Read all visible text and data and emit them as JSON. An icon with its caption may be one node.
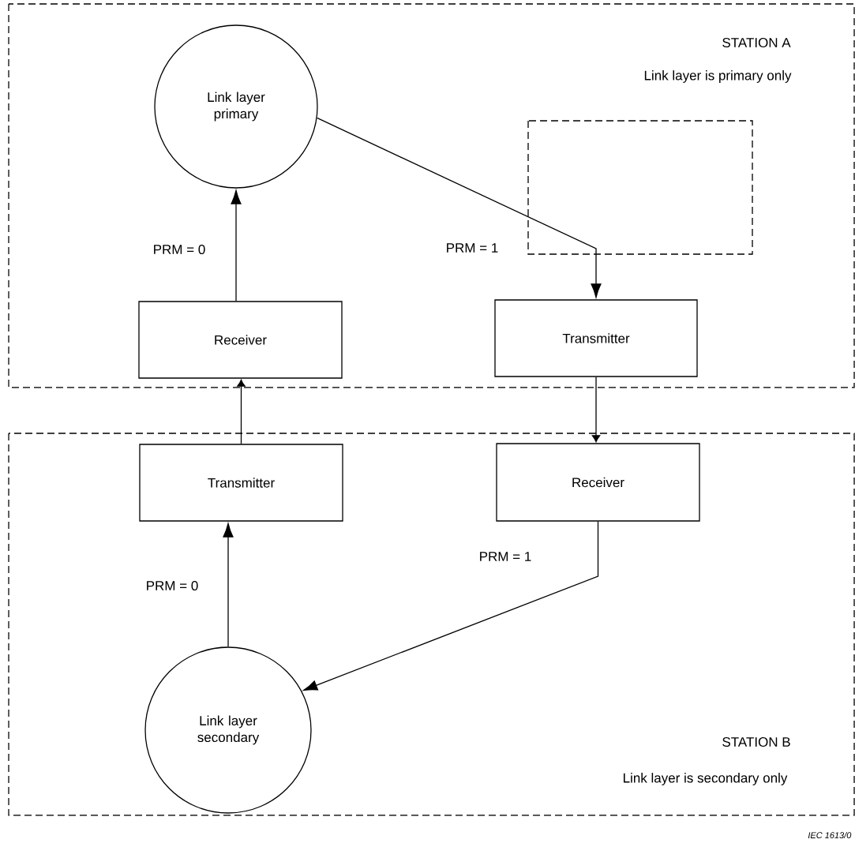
{
  "diagram": {
    "nodes": [
      {
        "text": [
          "STATION  A",
          "Link layer is primary only"
        ]
      },
      {
        "text": [
          "Link layer primary"
        ],
        "in": 0
      },
      {
        "text": [
          "Receiver"
        ],
        "in": 0
      },
      {
        "text": [
          "Transmitter"
        ],
        "in": 0
      },
      {
        "text": [
          "STATION  B",
          "Link layer is secondary only"
        ]
      },
      {
        "text": [
          "Transmitter"
        ],
        "in": 4
      },
      {
        "text": [
          "Receiver"
        ],
        "in": 4
      },
      {
        "text": [
          "Link layer secondary"
        ],
        "in": 4
      }
    ],
    "edges": [
      {
        "from": 2,
        "to": 1,
        "arrow": "to",
        "label": "PRM = 0"
      },
      {
        "from": 1,
        "to": 3,
        "arrow": "to",
        "label": "PRM = 1"
      },
      {
        "from": 5,
        "to": 2,
        "arrow": "to"
      },
      {
        "from": 3,
        "to": 6,
        "arrow": "to"
      },
      {
        "from": 6,
        "to": 7,
        "arrow": "to",
        "label": "PRM = 1"
      },
      {
        "from": 7,
        "to": 5,
        "arrow": "to",
        "label": "PRM = 0"
      }
    ],
    "labels": [
      "IEC  1613/0"
    ]
  }
}
